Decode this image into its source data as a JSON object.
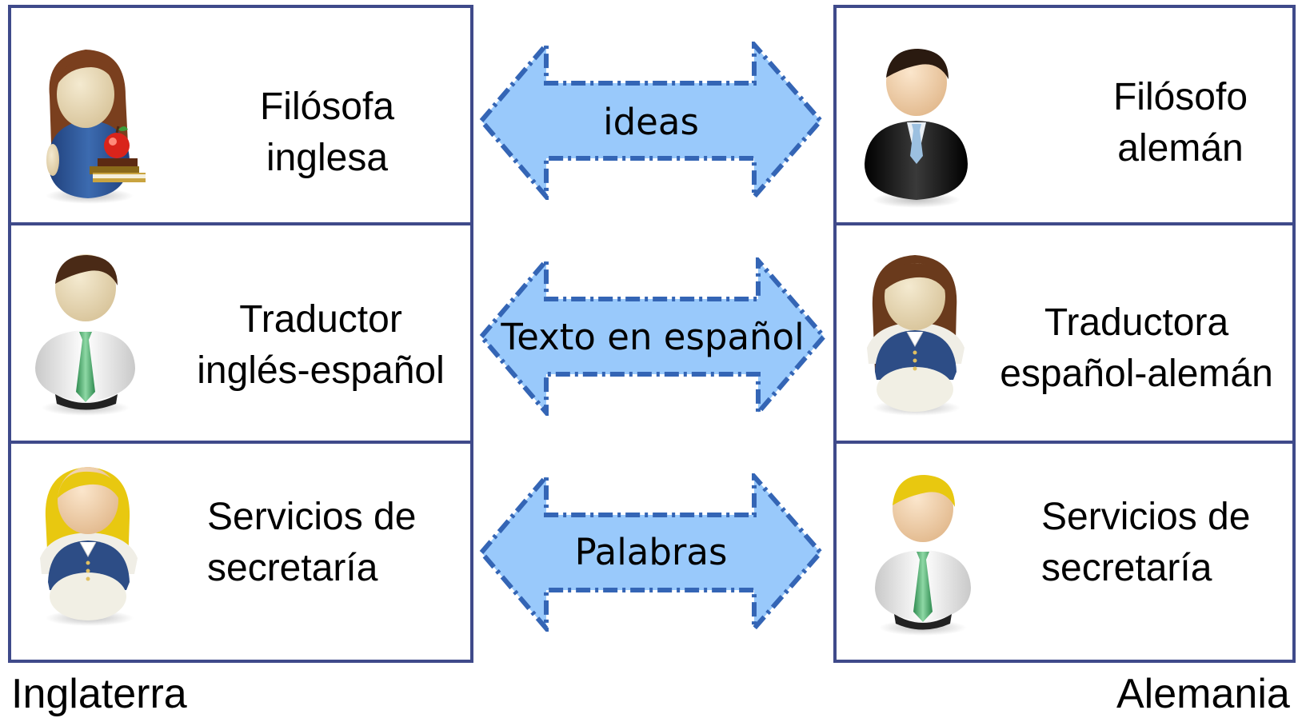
{
  "left_panel": {
    "country": "Inglaterra",
    "rows": [
      {
        "line1": "Filósofa",
        "line2": "inglesa",
        "icon": "woman-with-apple-books-icon"
      },
      {
        "line1": "Traductor",
        "line2": "inglés-español",
        "icon": "man-green-tie-icon"
      },
      {
        "line1": "Servicios de",
        "line2": "secretaría",
        "icon": "blonde-woman-vest-icon"
      }
    ]
  },
  "right_panel": {
    "country": "Alemania",
    "rows": [
      {
        "line1": "Filósofo",
        "line2": "alemán",
        "icon": "man-black-suit-icon"
      },
      {
        "line1": "Traductora",
        "line2": "español-alemán",
        "icon": "brunette-woman-vest-icon"
      },
      {
        "line1": "Servicios de",
        "line2": "secretaría",
        "icon": "blonde-man-green-tie-icon"
      }
    ]
  },
  "arrows": [
    {
      "label": "ideas"
    },
    {
      "label": "Texto en español"
    },
    {
      "label": "Palabras"
    }
  ],
  "colors": {
    "border": "#3f4a8a",
    "arrow_fill": "#99c9fb",
    "arrow_stroke": "#3465b5"
  }
}
